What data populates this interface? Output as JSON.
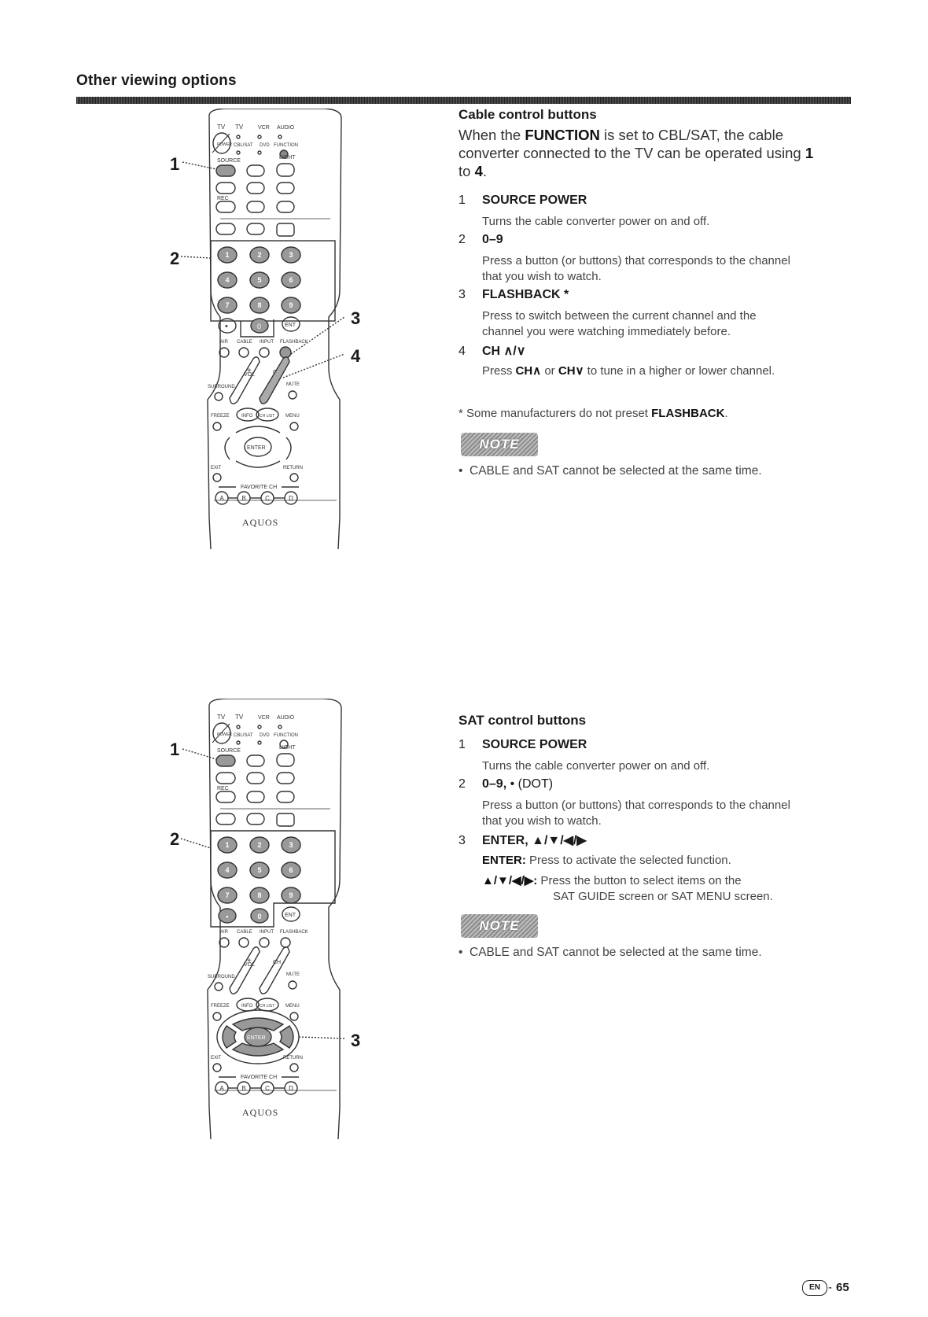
{
  "header": {
    "section_title": "Other viewing options"
  },
  "cable": {
    "heading": "Cable control buttons",
    "lead_pre": "When the ",
    "lead_function": "FUNCTION",
    "lead_mid": " is set to CBL/SAT, the cable converter connected to the TV can be operated using ",
    "lead_range_start": "1",
    "lead_to": " to ",
    "lead_range_end": "4",
    "lead_end": ".",
    "items": [
      {
        "num": "1",
        "title": "SOURCE POWER",
        "desc": "Turns the cable converter power on and off."
      },
      {
        "num": "2",
        "title": "0–9",
        "desc": "Press a button (or buttons) that corresponds to the channel that you wish to watch."
      },
      {
        "num": "3",
        "title": "FLASHBACK *",
        "desc": "Press to switch between the current channel and the channel you were watching immediately before."
      },
      {
        "num": "4",
        "title": "CH ∧/∨",
        "desc_pre": "Press ",
        "desc_b1": "CH∧",
        "desc_mid": " or ",
        "desc_b2": "CH∨",
        "desc_post": " to tune in a higher or lower channel."
      }
    ],
    "footnote_pre": "* Some manufacturers do not preset ",
    "footnote_b": "FLASHBACK",
    "footnote_post": ".",
    "note_label": "NOTE",
    "note_bullet": "•",
    "note_text": "CABLE and SAT cannot be selected at the same time."
  },
  "sat": {
    "heading": "SAT control buttons",
    "items": [
      {
        "num": "1",
        "title": "SOURCE POWER",
        "desc": "Turns the cable converter power on and off."
      },
      {
        "num": "2",
        "title": "0–9, ",
        "title_extra": "• (DOT)",
        "desc": "Press a button (or buttons) that corresponds to the channel that you wish to watch."
      },
      {
        "num": "3",
        "title": "ENTER, ▲/▼/◀/▶",
        "desc1_b": "ENTER:",
        "desc1": " Press to activate the selected function.",
        "desc2_b": "▲/▼/◀/▶:",
        "desc2": " Press the button to select items on the",
        "desc3": "SAT GUIDE screen or SAT MENU screen."
      }
    ],
    "note_label": "NOTE",
    "note_bullet": "•",
    "note_text": "CABLE and SAT cannot be selected at the same time."
  },
  "remote1": {
    "callouts": [
      "1",
      "2",
      "3",
      "4"
    ]
  },
  "remote2": {
    "callouts": [
      "1",
      "2",
      "3"
    ]
  },
  "remote_labels": {
    "tv": "TV",
    "cblsat_tv": "TV",
    "vcr": "VCR",
    "audio": "AUDIO",
    "cblsat": "CBL/SAT",
    "dvd": "DVD",
    "function": "FUNCTION",
    "source": "SOURCE",
    "light": "LIGHT",
    "rec": "REC",
    "air": "AIR",
    "cable": "CABLE",
    "input": "INPUT",
    "flashback": "FLASHBACK",
    "vol": "VOL",
    "ch": "CH",
    "surround": "SURROUND",
    "mute": "MUTE",
    "freeze": "FREEZE",
    "menu": "MENU",
    "info": "INFO",
    "chlist": "CH LIST",
    "enter": "ENTER",
    "exit": "EXIT",
    "return": "RETURN",
    "favorite": "FAVORITE CH",
    "brand": "AQUOS",
    "ent": "ENT",
    "fav": [
      "A",
      "B",
      "C",
      "D"
    ],
    "digits": [
      "1",
      "2",
      "3",
      "4",
      "5",
      "6",
      "7",
      "8",
      "9"
    ],
    "dot": "•",
    "zero": "0",
    "power": "POWER"
  },
  "footer": {
    "en_badge": "EN",
    "dash": "-",
    "page_number": "65"
  }
}
